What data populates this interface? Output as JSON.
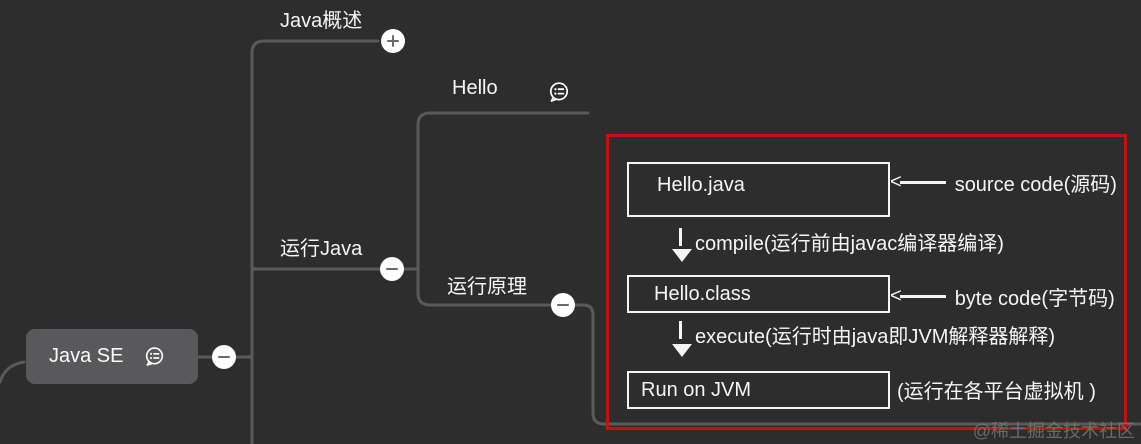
{
  "app": {
    "background": "#2d2d2d",
    "connector_color": "#5a5a5a",
    "highlight_color": "#c11312",
    "node_fill": "#59595b"
  },
  "mindmap": {
    "root": {
      "label": "Java SE"
    },
    "topics": {
      "java_overview": {
        "label": "Java概述"
      },
      "run_java": {
        "label": "运行Java"
      },
      "hello": {
        "label": "Hello"
      },
      "run_principle": {
        "label": "运行原理"
      }
    }
  },
  "diagram": {
    "boxes": [
      {
        "label": "Hello.java"
      },
      {
        "label": "Hello.class"
      },
      {
        "label": "Run on JVM"
      }
    ],
    "steps": [
      {
        "label": "compile(运行前由javac编译器编译)"
      },
      {
        "label": "execute(运行时由java即JVM解释器解释)"
      }
    ],
    "annotations": [
      {
        "arrow": "<",
        "label": "source code(源码)"
      },
      {
        "arrow": "<",
        "label": "byte code(字节码)"
      },
      {
        "label": "(运行在各平台虚拟机 )"
      }
    ]
  },
  "watermark": {
    "label": "@稀土掘金技术社区"
  }
}
